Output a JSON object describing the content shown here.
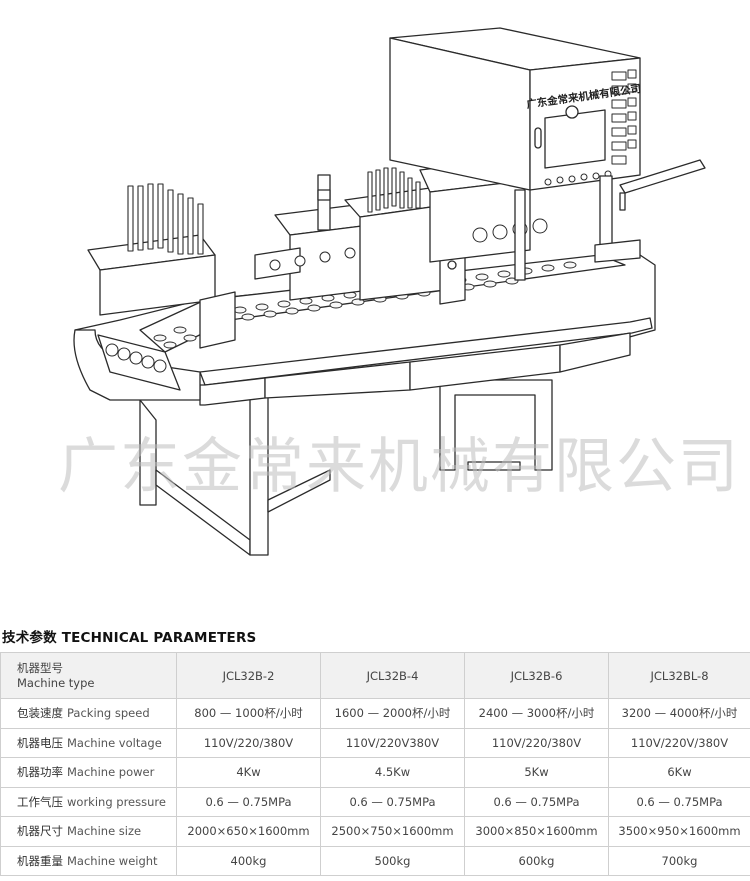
{
  "illustration": {
    "panel_text": "广东金常来机械有限公司",
    "icon": "packaging-machine-drawing"
  },
  "watermark": "广东金常来机械有限公司",
  "section": {
    "title": "技术参数 TECHNICAL PARAMETERS"
  },
  "table": {
    "header": {
      "label_cn": "机器型号",
      "label_en": "Machine type",
      "models": [
        "JCL32B-2",
        "JCL32B-4",
        "JCL32B-6",
        "JCL32BL-8"
      ]
    },
    "rows": [
      {
        "cn": "包装速度",
        "en": "Packing speed",
        "values": [
          "800 — 1000杯/小时",
          "1600 — 2000杯/小时",
          "2400 — 3000杯/小时",
          "3200 — 4000杯/小时"
        ]
      },
      {
        "cn": "机器电压",
        "en": "Machine voltage",
        "values": [
          "110V/220/380V",
          "110V/220V380V",
          "110V/220/380V",
          "110V/220V/380V"
        ]
      },
      {
        "cn": "机器功率",
        "en": "Machine power",
        "values": [
          "4Kw",
          "4.5Kw",
          "5Kw",
          "6Kw"
        ]
      },
      {
        "cn": "工作气压",
        "en": "working pressure",
        "values": [
          "0.6 — 0.75MPa",
          "0.6 — 0.75MPa",
          "0.6 — 0.75MPa",
          "0.6 — 0.75MPa"
        ]
      },
      {
        "cn": "机器尺寸",
        "en": "Machine size",
        "values": [
          "2000×650×1600mm",
          "2500×750×1600mm",
          "3000×850×1600mm",
          "3500×950×1600mm"
        ]
      },
      {
        "cn": "机器重量",
        "en": "Machine weight",
        "values": [
          "400kg",
          "500kg",
          "600kg",
          "700kg"
        ]
      }
    ]
  }
}
